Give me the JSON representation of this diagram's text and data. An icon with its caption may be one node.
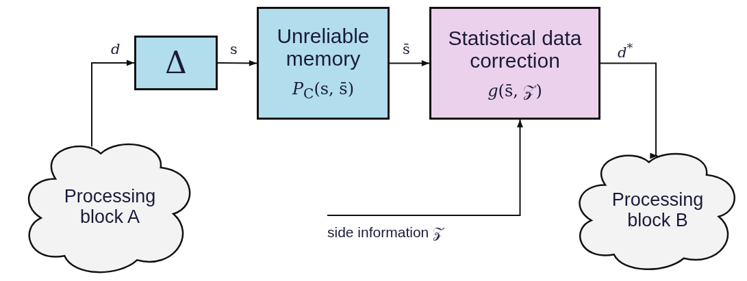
{
  "diagram": {
    "nodes": [
      {
        "text": [
          "Processing block A"
        ]
      },
      {
        "text": [
          "Δ"
        ]
      },
      {
        "text": [
          "Unreliable memory",
          "*P*$_{C}$(s, s̄)"
        ]
      },
      {
        "text": [
          "Statistical data correction",
          "*g*(s̄, 𝒵)"
        ]
      },
      {
        "text": [
          "Processing block B"
        ]
      },
      {
        "text": [
          "side information 𝒵"
        ]
      }
    ],
    "edges": [
      {
        "from": 0,
        "to": 1,
        "arrow": "to",
        "label": "*d*"
      },
      {
        "from": 1,
        "to": 2,
        "arrow": "to",
        "label": "s"
      },
      {
        "from": 2,
        "to": 3,
        "arrow": "to",
        "label": "s̄"
      },
      {
        "from": 3,
        "to": 4,
        "arrow": "to",
        "label": "*d*$^{*}$"
      },
      {
        "from": 5,
        "to": 3,
        "arrow": "to"
      }
    ]
  }
}
